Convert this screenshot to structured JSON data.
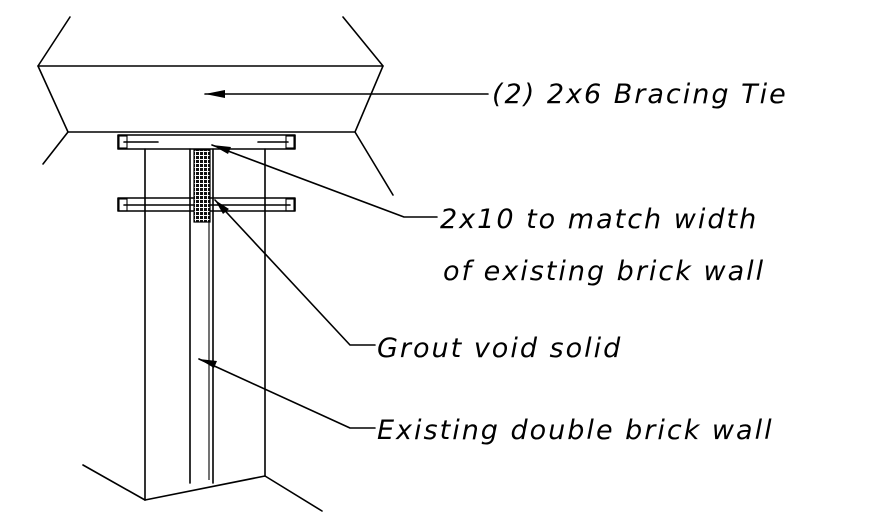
{
  "labels": {
    "bracing_tie": "(2) 2x6 Bracing Tie",
    "plate_line1": "2x10 to match width",
    "plate_line2": "of existing brick wall",
    "grout": "Grout void solid",
    "wall": "Existing double brick wall"
  },
  "colors": {
    "line": "#000000",
    "background": "#ffffff",
    "grout_fill": "#222222"
  }
}
